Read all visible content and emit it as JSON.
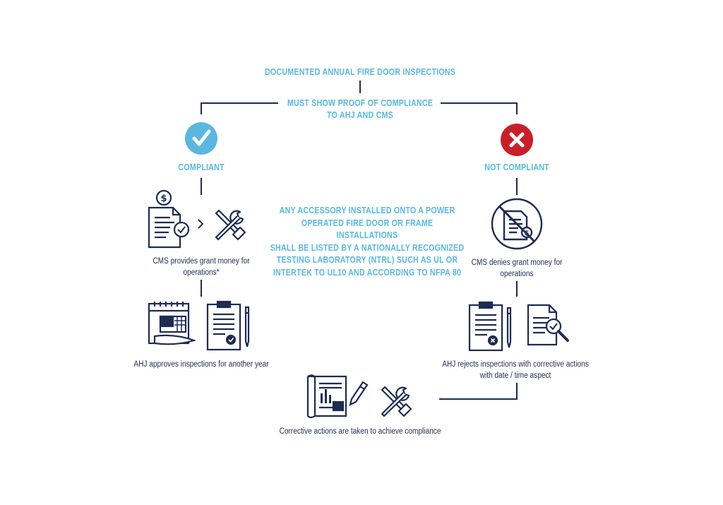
{
  "title": "DOCUMENTED ANNUAL FIRE DOOR INSPECTIONS",
  "proof": {
    "line1": "MUST SHOW PROOF OF COMPLIANCE",
    "line2": "TO AHJ AND CMS"
  },
  "compliant": {
    "label": "COMPLIANT",
    "color": "#5ab8e0",
    "icon": "checkmark-circle-icon"
  },
  "not_compliant": {
    "label": "NOT COMPLIANT",
    "color": "#c8202a",
    "icon": "x-circle-icon"
  },
  "note": {
    "lines": [
      "ANY ACCESSORY INSTALLED ONTO A POWER",
      "OPERATED FIRE DOOR OR FRAME INSTALLATIONS",
      "SHALL BE LISTED BY A NATIONALLY RECOGNIZED",
      "TESTING LABORATORY (NTRL) SUCH AS UL OR",
      "INTERTEK TO UL10 AND ACCORDING TO NFPA 80"
    ]
  },
  "steps": {
    "grant": {
      "line1": "CMS provides grant money for",
      "line2": "operations*"
    },
    "approve": {
      "text": "AHJ approves inspections for another year"
    },
    "deny": {
      "line1": "CMS denies grant money for",
      "line2": "operations"
    },
    "reject": {
      "line1": "AHJ rejects inspections with corrective actions",
      "line2": "with date / time aspect"
    },
    "corrective": {
      "text": "Corrective actions are taken to achieve compliance"
    }
  },
  "icons": {
    "grant_doc": "grant-document-icon",
    "arrow": "chevron-right-icon",
    "tools": "wrench-screwdriver-icon",
    "calendar": "calendar-icon",
    "clipboard_ok": "clipboard-approved-icon",
    "no_money": "no-grant-icon",
    "clipboard_reject": "clipboard-rejected-icon",
    "doc_search": "document-search-icon",
    "blueprint": "plans-pencil-icon",
    "tools2": "wrench-screwdriver-icon"
  },
  "colors": {
    "accent": "#5ab8e0",
    "ink": "#1e2c52",
    "danger": "#c8202a"
  }
}
